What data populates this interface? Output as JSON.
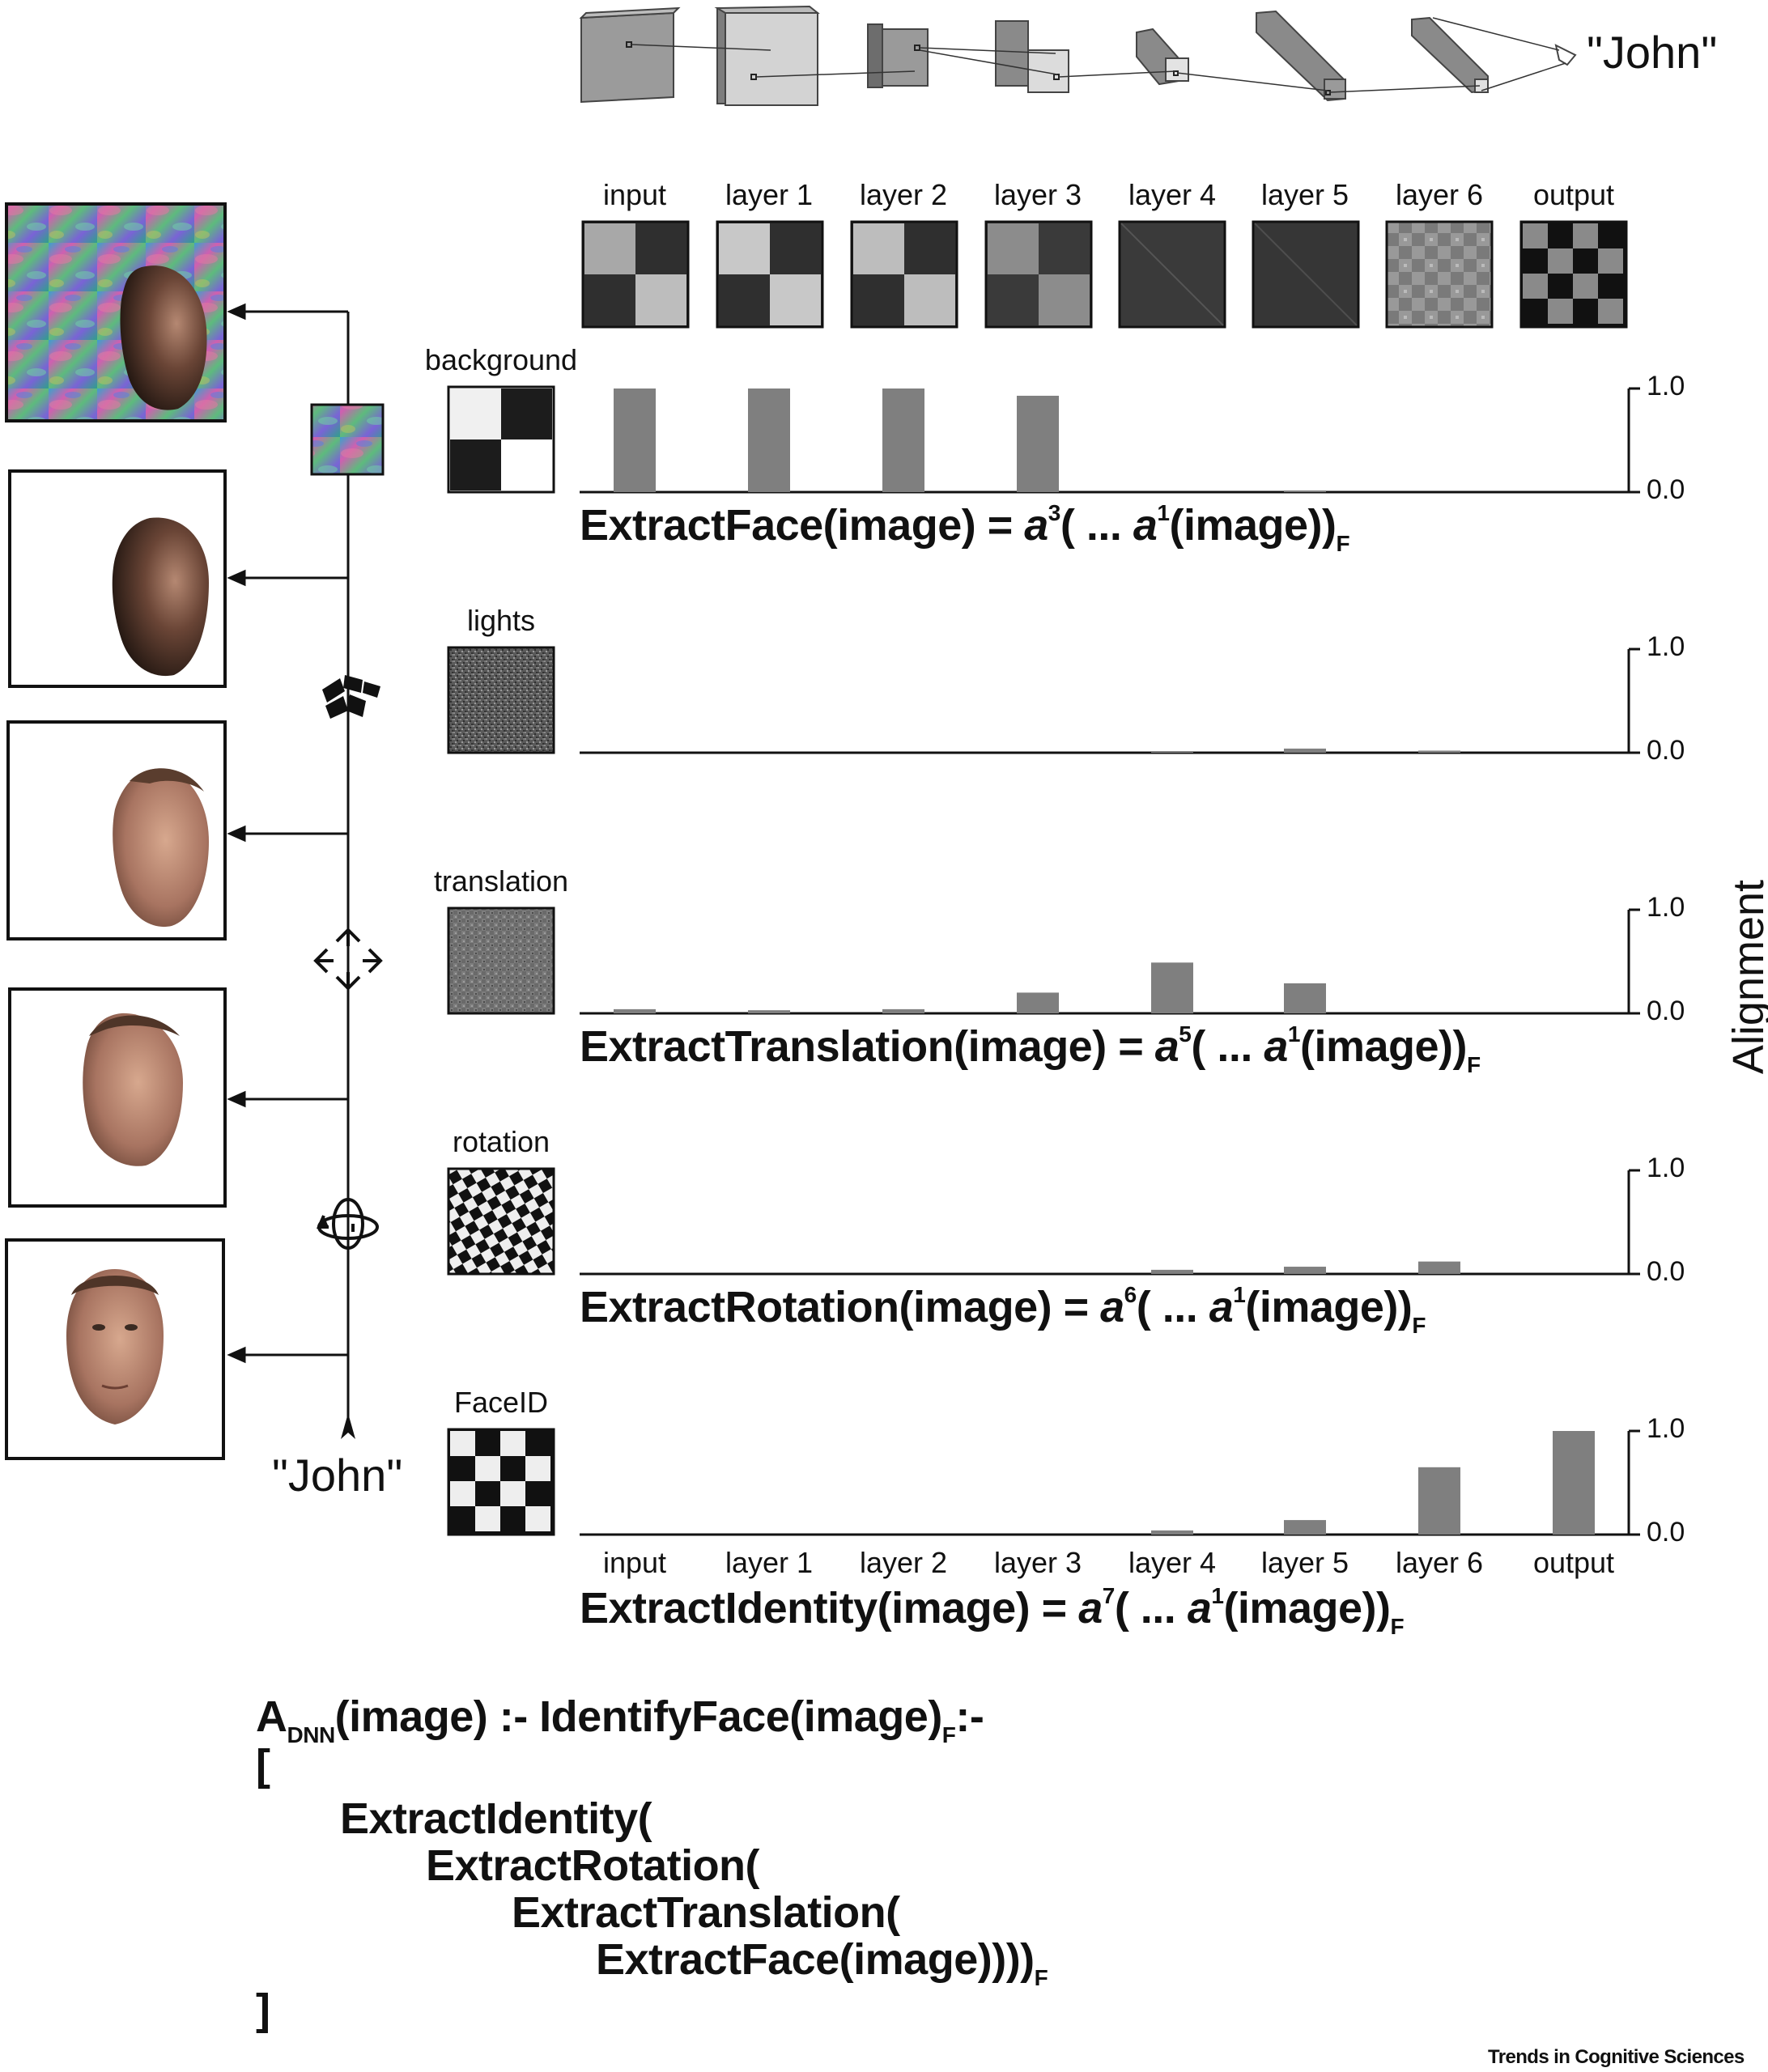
{
  "network": {
    "output_label": "\"John\""
  },
  "header": {
    "stages": [
      "input",
      "layer 1",
      "layer 2",
      "layer 3",
      "layer 4",
      "layer 5",
      "layer 6",
      "output"
    ]
  },
  "generative_model": {
    "bottom_label": "\"John\"",
    "steps": [
      "background-icon",
      "lights-icon",
      "translation-icon",
      "rotation-icon"
    ]
  },
  "chart_data": [
    {
      "type": "bar",
      "panel": "background",
      "categories": [
        "input",
        "layer 1",
        "layer 2",
        "layer 3",
        "layer 4",
        "layer 5",
        "layer 6",
        "output"
      ],
      "values": [
        1.0,
        1.0,
        1.0,
        0.93,
        0.0,
        0.01,
        0.0,
        0.0
      ],
      "ylim": [
        0,
        1
      ],
      "yticks": [
        "1.0",
        "0.0"
      ],
      "formula": {
        "name": "ExtractFace(image) = ",
        "a": "a",
        "exp": "3",
        "mid": "( ... ",
        "a1": "a",
        "exp1": "1",
        "tail": "(image))",
        "sub": "F"
      }
    },
    {
      "type": "bar",
      "panel": "lights",
      "categories": [
        "input",
        "layer 1",
        "layer 2",
        "layer 3",
        "layer 4",
        "layer 5",
        "layer 6",
        "output"
      ],
      "values": [
        0.0,
        0.0,
        0.0,
        0.0,
        0.01,
        0.04,
        0.02,
        0.0
      ],
      "ylim": [
        0,
        1
      ],
      "yticks": [
        "1.0",
        "0.0"
      ]
    },
    {
      "type": "bar",
      "panel": "translation",
      "categories": [
        "input",
        "layer 1",
        "layer 2",
        "layer 3",
        "layer 4",
        "layer 5",
        "layer 6",
        "output"
      ],
      "values": [
        0.04,
        0.03,
        0.04,
        0.2,
        0.49,
        0.29,
        0.0,
        0.0
      ],
      "ylim": [
        0,
        1
      ],
      "yticks": [
        "1.0",
        "0.0"
      ],
      "formula": {
        "name": "ExtractTranslation(image) = ",
        "a": "a",
        "exp": "5",
        "mid": "( ... ",
        "a1": "a",
        "exp1": "1",
        "tail": "(image))",
        "sub": "F"
      }
    },
    {
      "type": "bar",
      "panel": "rotation",
      "categories": [
        "input",
        "layer 1",
        "layer 2",
        "layer 3",
        "layer 4",
        "layer 5",
        "layer 6",
        "output"
      ],
      "values": [
        0.0,
        0.0,
        0.0,
        0.0,
        0.04,
        0.07,
        0.12,
        0.0
      ],
      "ylim": [
        0,
        1
      ],
      "yticks": [
        "1.0",
        "0.0"
      ],
      "formula": {
        "name": "ExtractRotation(image) = ",
        "a": "a",
        "exp": "6",
        "mid": "( ... ",
        "a1": "a",
        "exp1": "1",
        "tail": "(image))",
        "sub": "F"
      }
    },
    {
      "type": "bar",
      "panel": "FaceID",
      "categories": [
        "input",
        "layer 1",
        "layer 2",
        "layer 3",
        "layer 4",
        "layer 5",
        "layer 6",
        "output"
      ],
      "values": [
        0.0,
        0.0,
        0.0,
        0.0,
        0.04,
        0.14,
        0.65,
        1.0
      ],
      "ylim": [
        0,
        1
      ],
      "yticks": [
        "1.0",
        "0.0"
      ],
      "formula": {
        "name": "ExtractIdentity(image) = ",
        "a": "a",
        "exp": "7",
        "mid": "( ... ",
        "a1": "a",
        "exp1": "1",
        "tail": "(image))",
        "sub": "F"
      }
    }
  ],
  "y_axis_label": "Alignment",
  "program": {
    "line1_a": "A",
    "line1_sub": "DNN",
    "line1_b": "(image) :- IdentifyFace(image)",
    "line1_sub2": "F",
    "line1_c": ":-",
    "line2": "[",
    "line3": "ExtractIdentity(",
    "line4": "ExtractRotation(",
    "line5": "ExtractTranslation(",
    "line6": "ExtractFace(image))))",
    "line6_sub": "F",
    "line7": "]"
  },
  "credit": "Trends in Cognitive Sciences"
}
